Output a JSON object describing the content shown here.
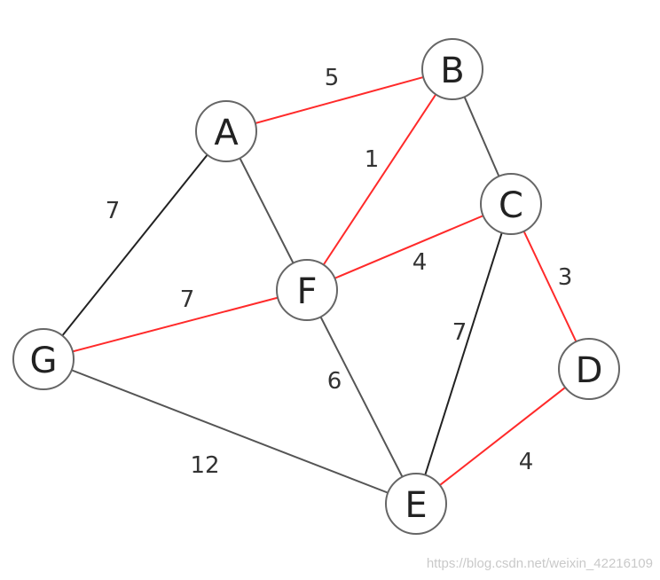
{
  "colors": {
    "highlight": "#ff2a2a",
    "edge": "#555555",
    "edge_dark": "#222222",
    "node_stroke": "#666666",
    "node_fill": "#ffffff"
  },
  "nodes": [
    {
      "id": "A",
      "label": "A"
    },
    {
      "id": "B",
      "label": "B"
    },
    {
      "id": "C",
      "label": "C"
    },
    {
      "id": "D",
      "label": "D"
    },
    {
      "id": "E",
      "label": "E"
    },
    {
      "id": "F",
      "label": "F"
    },
    {
      "id": "G",
      "label": "G"
    }
  ],
  "edges": [
    {
      "from": "A",
      "to": "B",
      "weight": "5",
      "highlight": true
    },
    {
      "from": "A",
      "to": "G",
      "weight": "7",
      "highlight": false,
      "dark": true
    },
    {
      "from": "A",
      "to": "F",
      "weight": "",
      "highlight": false
    },
    {
      "from": "B",
      "to": "F",
      "weight": "1",
      "highlight": true
    },
    {
      "from": "B",
      "to": "C",
      "weight": "",
      "highlight": false
    },
    {
      "from": "C",
      "to": "F",
      "weight": "4",
      "highlight": true
    },
    {
      "from": "C",
      "to": "D",
      "weight": "3",
      "highlight": true
    },
    {
      "from": "C",
      "to": "E",
      "weight": "7",
      "highlight": false,
      "dark": true
    },
    {
      "from": "F",
      "to": "G",
      "weight": "7",
      "highlight": true
    },
    {
      "from": "F",
      "to": "E",
      "weight": "6",
      "highlight": false
    },
    {
      "from": "G",
      "to": "E",
      "weight": "12",
      "highlight": false
    },
    {
      "from": "D",
      "to": "E",
      "weight": "4",
      "highlight": true
    }
  ],
  "watermark": "https://blog.csdn.net/weixin_42216109"
}
